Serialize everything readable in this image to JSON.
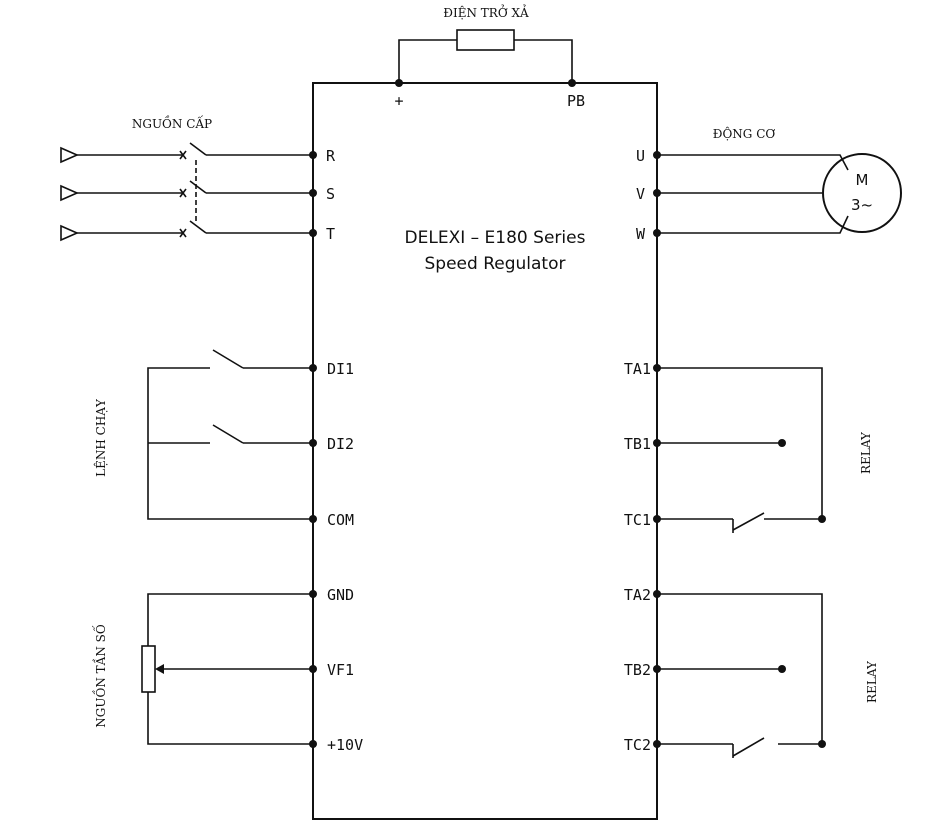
{
  "title": {
    "line1": "DELEXI – E180 Series",
    "line2": "Speed Regulator"
  },
  "labels": {
    "brake_resistor": "ĐIỆN TRỞ XẢ",
    "power_supply": "NGUỒN CẤP",
    "motor": "ĐỘNG CƠ",
    "run_command": "LỆNH CHẠY",
    "frequency_source": "NGUỒN TẦN SỐ",
    "relay1": "RELAY",
    "relay2": "RELAY"
  },
  "motor": {
    "line1": "M",
    "line2": "3~"
  },
  "terminals": {
    "top": [
      "+",
      "PB"
    ],
    "left_power": [
      "R",
      "S",
      "T"
    ],
    "right_power": [
      "U",
      "V",
      "W"
    ],
    "left_inputs": [
      "DI1",
      "DI2",
      "COM"
    ],
    "left_analog": [
      "GND",
      "VF1",
      "+10V"
    ],
    "right_relay1": [
      "TA1",
      "TB1",
      "TC1"
    ],
    "right_relay2": [
      "TA2",
      "TB2",
      "TC2"
    ]
  }
}
